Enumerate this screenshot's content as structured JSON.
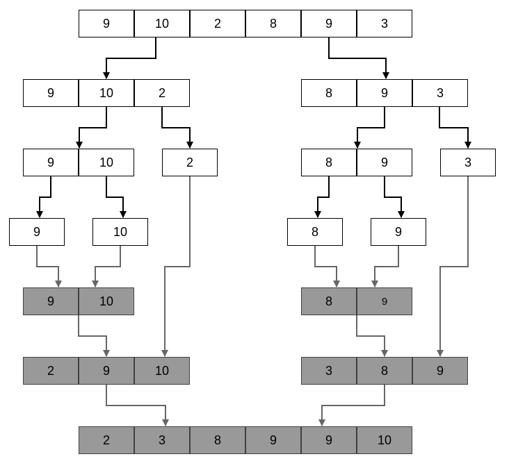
{
  "colors": {
    "unsorted_fill": "#ffffff",
    "sorted_fill": "#999999",
    "split_arrow": "#000000",
    "merge_arrow": "#666666"
  },
  "split": {
    "level0": [
      "9",
      "10",
      "2",
      "8",
      "9",
      "3"
    ],
    "level1_left": [
      "9",
      "10",
      "2"
    ],
    "level1_right": [
      "8",
      "9",
      "3"
    ],
    "level2_left_pair": [
      "9",
      "10"
    ],
    "level2_left_single": [
      "2"
    ],
    "level2_right_pair": [
      "8",
      "9"
    ],
    "level2_right_single": [
      "3"
    ],
    "level3": [
      "9",
      "10",
      "8",
      "9"
    ]
  },
  "merge": {
    "pair_left": [
      "9",
      "10"
    ],
    "pair_right": [
      "8",
      "9"
    ],
    "triple_left": [
      "2",
      "9",
      "10"
    ],
    "triple_right": [
      "3",
      "8",
      "9"
    ],
    "final": [
      "2",
      "3",
      "8",
      "9",
      "9",
      "10"
    ]
  }
}
